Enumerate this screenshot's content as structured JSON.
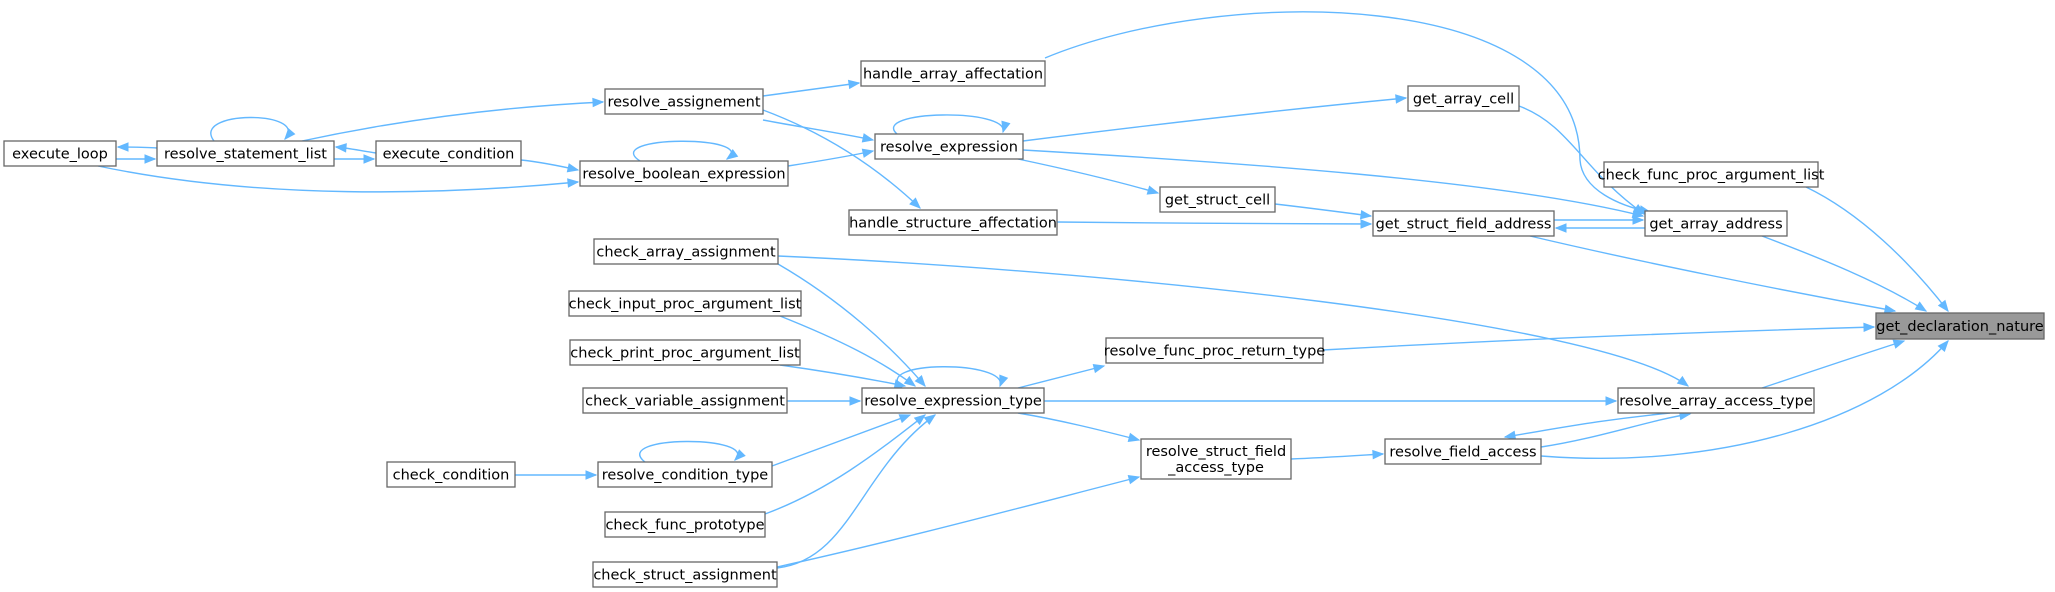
{
  "nodes": {
    "get_declaration_nature": {
      "lines": [
        "get_declaration_nature"
      ],
      "root": true
    },
    "check_func_proc_argument_list": {
      "lines": [
        "check_func_proc_argument_list"
      ]
    },
    "get_array_address": {
      "lines": [
        "get_array_address"
      ]
    },
    "get_struct_field_address": {
      "lines": [
        "get_struct_field_address"
      ]
    },
    "resolve_func_proc_return_type": {
      "lines": [
        "resolve_func_proc_return_type"
      ]
    },
    "resolve_array_access_type": {
      "lines": [
        "resolve_array_access_type"
      ]
    },
    "resolve_field_access": {
      "lines": [
        "resolve_field_access"
      ]
    },
    "get_array_cell": {
      "lines": [
        "get_array_cell"
      ]
    },
    "handle_array_affectation": {
      "lines": [
        "handle_array_affectation"
      ]
    },
    "get_struct_cell": {
      "lines": [
        "get_struct_cell"
      ]
    },
    "handle_structure_affectation": {
      "lines": [
        "handle_structure_affectation"
      ]
    },
    "resolve_expression": {
      "lines": [
        "resolve_expression"
      ]
    },
    "resolve_assignement": {
      "lines": [
        "resolve_assignement"
      ]
    },
    "resolve_boolean_expression": {
      "lines": [
        "resolve_boolean_expression"
      ]
    },
    "resolve_statement_list": {
      "lines": [
        "resolve_statement_list"
      ]
    },
    "execute_condition": {
      "lines": [
        "execute_condition"
      ]
    },
    "execute_loop": {
      "lines": [
        "execute_loop"
      ]
    },
    "check_array_assignment": {
      "lines": [
        "check_array_assignment"
      ]
    },
    "resolve_expression_type": {
      "lines": [
        "resolve_expression_type"
      ]
    },
    "check_input_proc_argument_list": {
      "lines": [
        "check_input_proc_argument_list"
      ]
    },
    "check_print_proc_argument_list": {
      "lines": [
        "check_print_proc_argument_list"
      ]
    },
    "check_variable_assignment": {
      "lines": [
        "check_variable_assignment"
      ]
    },
    "resolve_condition_type": {
      "lines": [
        "resolve_condition_type"
      ]
    },
    "check_condition": {
      "lines": [
        "check_condition"
      ]
    },
    "check_func_prototype": {
      "lines": [
        "check_func_prototype"
      ]
    },
    "check_struct_assignment": {
      "lines": [
        "check_struct_assignment"
      ]
    },
    "resolve_struct_field_access_type": {
      "lines": [
        "resolve_struct_field",
        "_access_type"
      ]
    }
  },
  "edges": [
    [
      "check_func_proc_argument_list",
      "get_declaration_nature"
    ],
    [
      "get_array_address",
      "get_declaration_nature"
    ],
    [
      "get_struct_field_address",
      "get_declaration_nature"
    ],
    [
      "resolve_func_proc_return_type",
      "get_declaration_nature"
    ],
    [
      "resolve_array_access_type",
      "get_declaration_nature"
    ],
    [
      "resolve_field_access",
      "get_declaration_nature"
    ],
    [
      "handle_array_affectation",
      "get_array_address"
    ],
    [
      "get_array_cell",
      "get_array_address"
    ],
    [
      "get_struct_field_address",
      "get_array_address"
    ],
    [
      "resolve_expression",
      "get_array_address"
    ],
    [
      "get_array_address",
      "get_struct_field_address"
    ],
    [
      "get_struct_cell",
      "get_struct_field_address"
    ],
    [
      "handle_structure_affectation",
      "get_struct_field_address"
    ],
    [
      "resolve_expression",
      "get_array_cell"
    ],
    [
      "resolve_assignement",
      "handle_array_affectation"
    ],
    [
      "resolve_expression",
      "get_struct_cell"
    ],
    [
      "resolve_assignement",
      "handle_structure_affectation"
    ],
    [
      "resolve_expression",
      "resolve_expression"
    ],
    [
      "resolve_assignement",
      "resolve_expression"
    ],
    [
      "resolve_boolean_expression",
      "resolve_expression"
    ],
    [
      "resolve_statement_list",
      "resolve_assignement"
    ],
    [
      "resolve_boolean_expression",
      "resolve_boolean_expression"
    ],
    [
      "execute_condition",
      "resolve_boolean_expression"
    ],
    [
      "execute_loop",
      "resolve_boolean_expression"
    ],
    [
      "resolve_statement_list",
      "resolve_statement_list"
    ],
    [
      "execute_condition",
      "resolve_statement_list"
    ],
    [
      "execute_loop",
      "resolve_statement_list"
    ],
    [
      "resolve_statement_list",
      "execute_condition"
    ],
    [
      "resolve_statement_list",
      "execute_loop"
    ],
    [
      "resolve_expression_type",
      "resolve_func_proc_return_type"
    ],
    [
      "resolve_expression_type",
      "resolve_array_access_type"
    ],
    [
      "check_array_assignment",
      "resolve_array_access_type"
    ],
    [
      "resolve_field_access",
      "resolve_array_access_type"
    ],
    [
      "resolve_array_access_type",
      "resolve_field_access"
    ],
    [
      "resolve_struct_field_access_type",
      "resolve_field_access"
    ],
    [
      "resolve_expression_type",
      "resolve_struct_field_access_type"
    ],
    [
      "check_struct_assignment",
      "resolve_struct_field_access_type"
    ],
    [
      "resolve_expression_type",
      "resolve_expression_type"
    ],
    [
      "check_array_assignment",
      "resolve_expression_type"
    ],
    [
      "check_input_proc_argument_list",
      "resolve_expression_type"
    ],
    [
      "check_print_proc_argument_list",
      "resolve_expression_type"
    ],
    [
      "check_variable_assignment",
      "resolve_expression_type"
    ],
    [
      "resolve_condition_type",
      "resolve_expression_type"
    ],
    [
      "check_func_prototype",
      "resolve_expression_type"
    ],
    [
      "check_struct_assignment",
      "resolve_expression_type"
    ],
    [
      "resolve_condition_type",
      "resolve_condition_type"
    ],
    [
      "check_condition",
      "resolve_condition_type"
    ]
  ],
  "colors": {
    "edge": "#63b8ff",
    "node_border": "#666666",
    "node_fill": "#ffffff",
    "root_fill": "#999999",
    "text": "#000000"
  }
}
